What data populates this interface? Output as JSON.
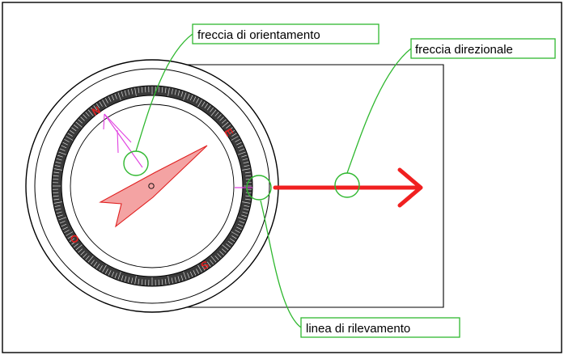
{
  "callouts": {
    "orientation_arrow": "freccia di orientamento",
    "direction_arrow": "freccia direzionale",
    "bearing_line": "linea di rilevamento"
  },
  "cardinals": {
    "north": "N",
    "east": "E",
    "south": "S",
    "west": "O"
  },
  "colors": {
    "callout": "#2fb82f",
    "direction_arrow": "#f02020",
    "needle_fill": "#f4a3a3",
    "needle_stroke": "#e02020",
    "orientation_lines": "#e040e0",
    "cardinal_text": "#e02020"
  }
}
